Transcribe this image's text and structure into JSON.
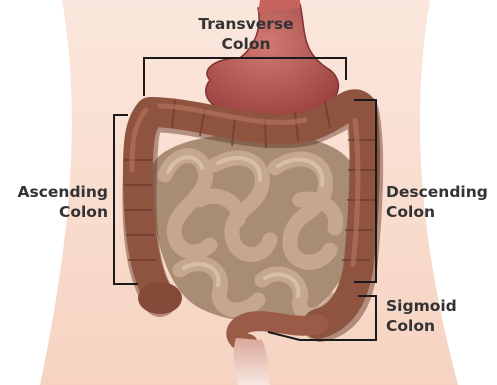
{
  "labels": {
    "transverse": {
      "line1": "Transverse",
      "line2": "Colon"
    },
    "ascending": {
      "line1": "Ascending",
      "line2": "Colon"
    },
    "descending": {
      "line1": "Descending",
      "line2": "Colon"
    },
    "sigmoid": {
      "line1": "Sigmoid",
      "line2": "Colon"
    }
  },
  "colors": {
    "skin": "#f8d9c8",
    "colon": "#8f5440",
    "colon_shadow": "#5e3022",
    "small_intestine": "#b79b82",
    "stomach": "#b4534f",
    "bracket": "#1a1a1a",
    "text": "#333333"
  }
}
